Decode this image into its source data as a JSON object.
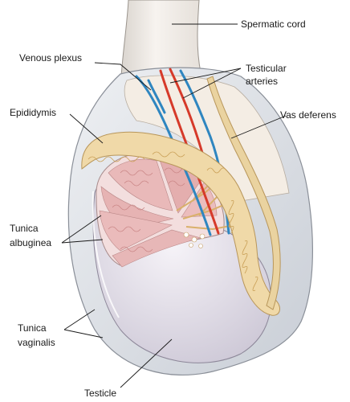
{
  "labels": {
    "spermatic_cord": "Spermatic cord",
    "venous_plexus": "Venous plexus",
    "testicular_arteries_1": "Testicular",
    "testicular_arteries_2": "arteries",
    "epididymis": "Epididymis",
    "vas_deferens": "Vas deferens",
    "tunica_albuginea_1": "Tunica",
    "tunica_albuginea_2": "albuginea",
    "tunica_vaginalis_1": "Tunica",
    "tunica_vaginalis_2": "vaginalis",
    "testicle": "Testicle"
  },
  "colors": {
    "cord": "#f1ece6",
    "vaginalis_shell": "#dcdfe4",
    "testis_body": "#e8e4ee",
    "lobule": "#e7b6b6",
    "epididymis": "#f0d9a8",
    "artery": "#d63a2a",
    "vein": "#2f86c0"
  }
}
